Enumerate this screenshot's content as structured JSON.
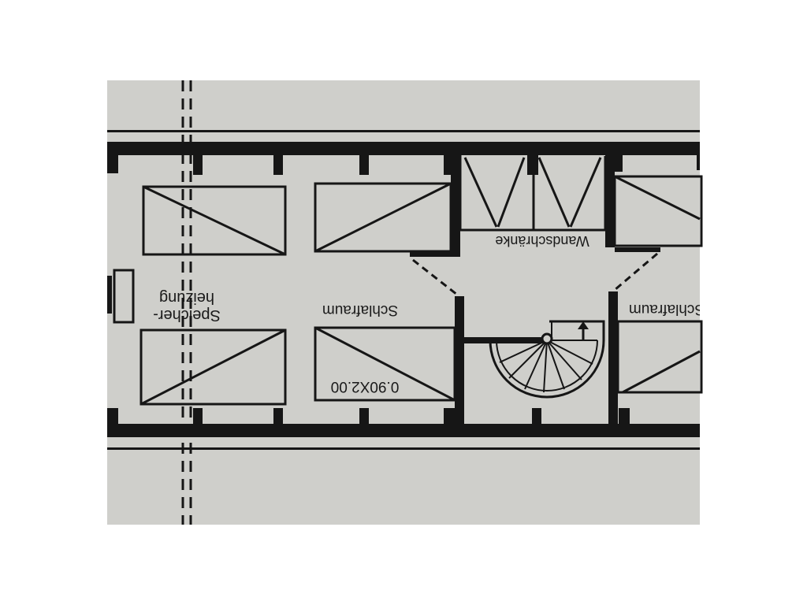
{
  "plan": {
    "paper_color": "#cfcfcb",
    "ink_color": "#161616",
    "labels": {
      "speicher_line1": "Speicher-",
      "speicher_line2": "heizung",
      "schlafraum_center": "Schlafraum",
      "bed_dimension": "0.90X2.00",
      "wandschraenke": "Wandschränke",
      "schlafraum_right": "Schlafraum"
    }
  }
}
